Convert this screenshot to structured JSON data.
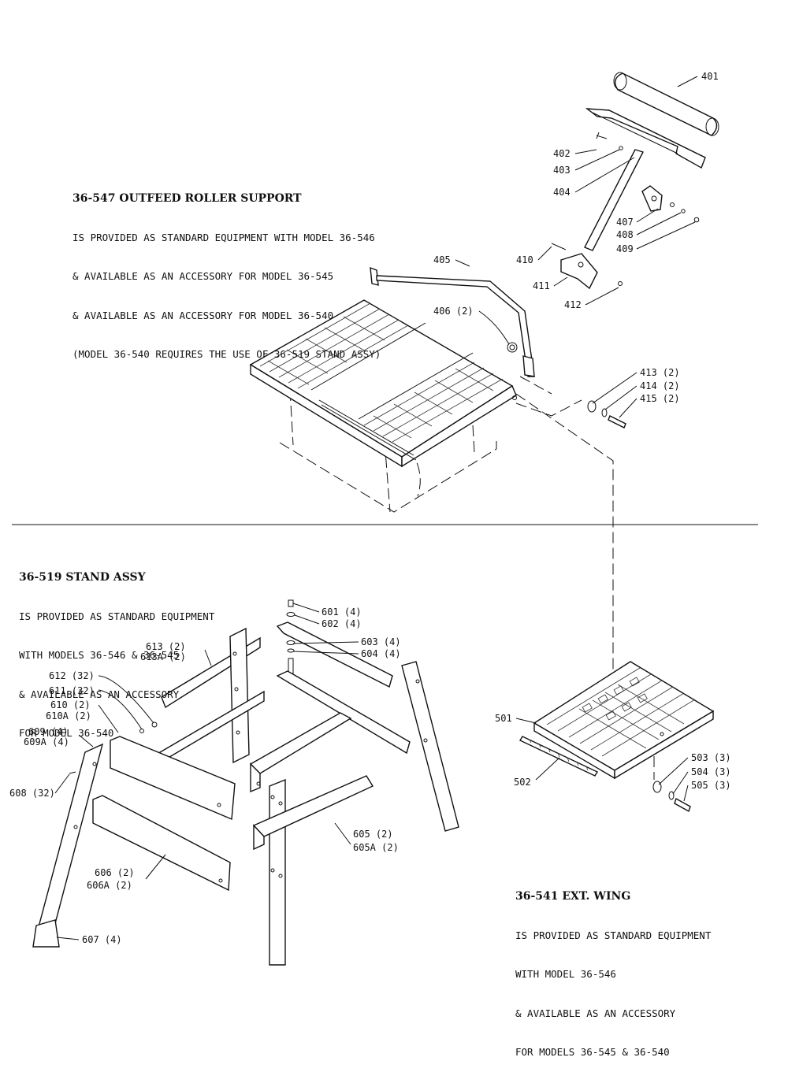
{
  "sections": {
    "roller_support": {
      "title": "36-547 OUTFEED ROLLER SUPPORT",
      "lines": [
        "IS PROVIDED AS STANDARD EQUIPMENT WITH MODEL 36-546",
        "& AVAILABLE AS AN ACCESSORY FOR MODEL 36-545",
        "& AVAILABLE AS AN ACCESSORY FOR MODEL 36-540",
        "(MODEL 36-540 REQUIRES THE USE OF 36-519 STAND ASSY)"
      ]
    },
    "stand_assy": {
      "title": "36-519 STAND ASSY",
      "lines": [
        "IS PROVIDED AS STANDARD EQUIPMENT",
        "WITH MODELS 36-546 & 36-545",
        "& AVAILABLE AS AN ACCESSORY",
        "FOR MODEL 36-540"
      ]
    },
    "ext_wing": {
      "title": "36-541 EXT. WING",
      "lines": [
        "IS PROVIDED AS STANDARD EQUIPMENT",
        "WITH MODEL 36-546",
        "& AVAILABLE AS AN ACCESSORY",
        "FOR MODELS 36-545 & 36-540"
      ]
    }
  },
  "parts": {
    "p401": "401",
    "p402": "402",
    "p403": "403",
    "p404": "404",
    "p405": "405",
    "p406": "406 (2)",
    "p407": "407",
    "p408": "408",
    "p409": "409",
    "p410": "410",
    "p411": "411",
    "p412": "412",
    "p413": "413 (2)",
    "p414": "414 (2)",
    "p415": "415 (2)",
    "p501": "501",
    "p502": "502",
    "p503": "503 (3)",
    "p504": "504 (3)",
    "p505": "505 (3)",
    "p601": "601 (4)",
    "p602": "602 (4)",
    "p603": "603 (4)",
    "p604": "604 (4)",
    "p605": "605 (2)",
    "p605a": "605A (2)",
    "p606": "606 (2)",
    "p606a": "606A (2)",
    "p607": "607 (4)",
    "p608": "608 (32)",
    "p609": "609 (4)",
    "p609a": "609A (4)",
    "p610": "610 (2)",
    "p610a": "610A (2)",
    "p611": "611 (32)",
    "p612": "612 (32)",
    "p613": "613 (2)",
    "p613a": "613A (2)"
  }
}
